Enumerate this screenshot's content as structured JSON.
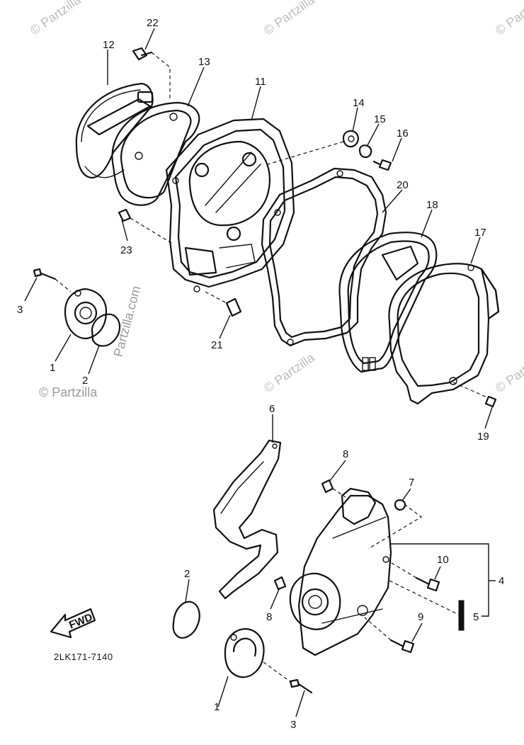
{
  "callouts": {
    "c1a": "1",
    "c1b": "1",
    "c2a": "2",
    "c2b": "2",
    "c3a": "3",
    "c3b": "3",
    "c4": "4",
    "c5": "5",
    "c6": "6",
    "c7": "7",
    "c8a": "8",
    "c8b": "8",
    "c9": "9",
    "c10": "10",
    "c11": "11",
    "c12": "12",
    "c13": "13",
    "c14": "14",
    "c15": "15",
    "c16": "16",
    "c17": "17",
    "c18": "18",
    "c19": "19",
    "c20": "20",
    "c21": "21",
    "c22": "22",
    "c23": "23"
  },
  "fwd_label": "FWD",
  "diagram_code": "2LK171-7140",
  "watermark": {
    "mark": "© Partzilla",
    "vertical": "Partzilla.com"
  },
  "colors": {
    "line": "#111111",
    "watermark": "#bdbdbd",
    "background": "#ffffff"
  }
}
